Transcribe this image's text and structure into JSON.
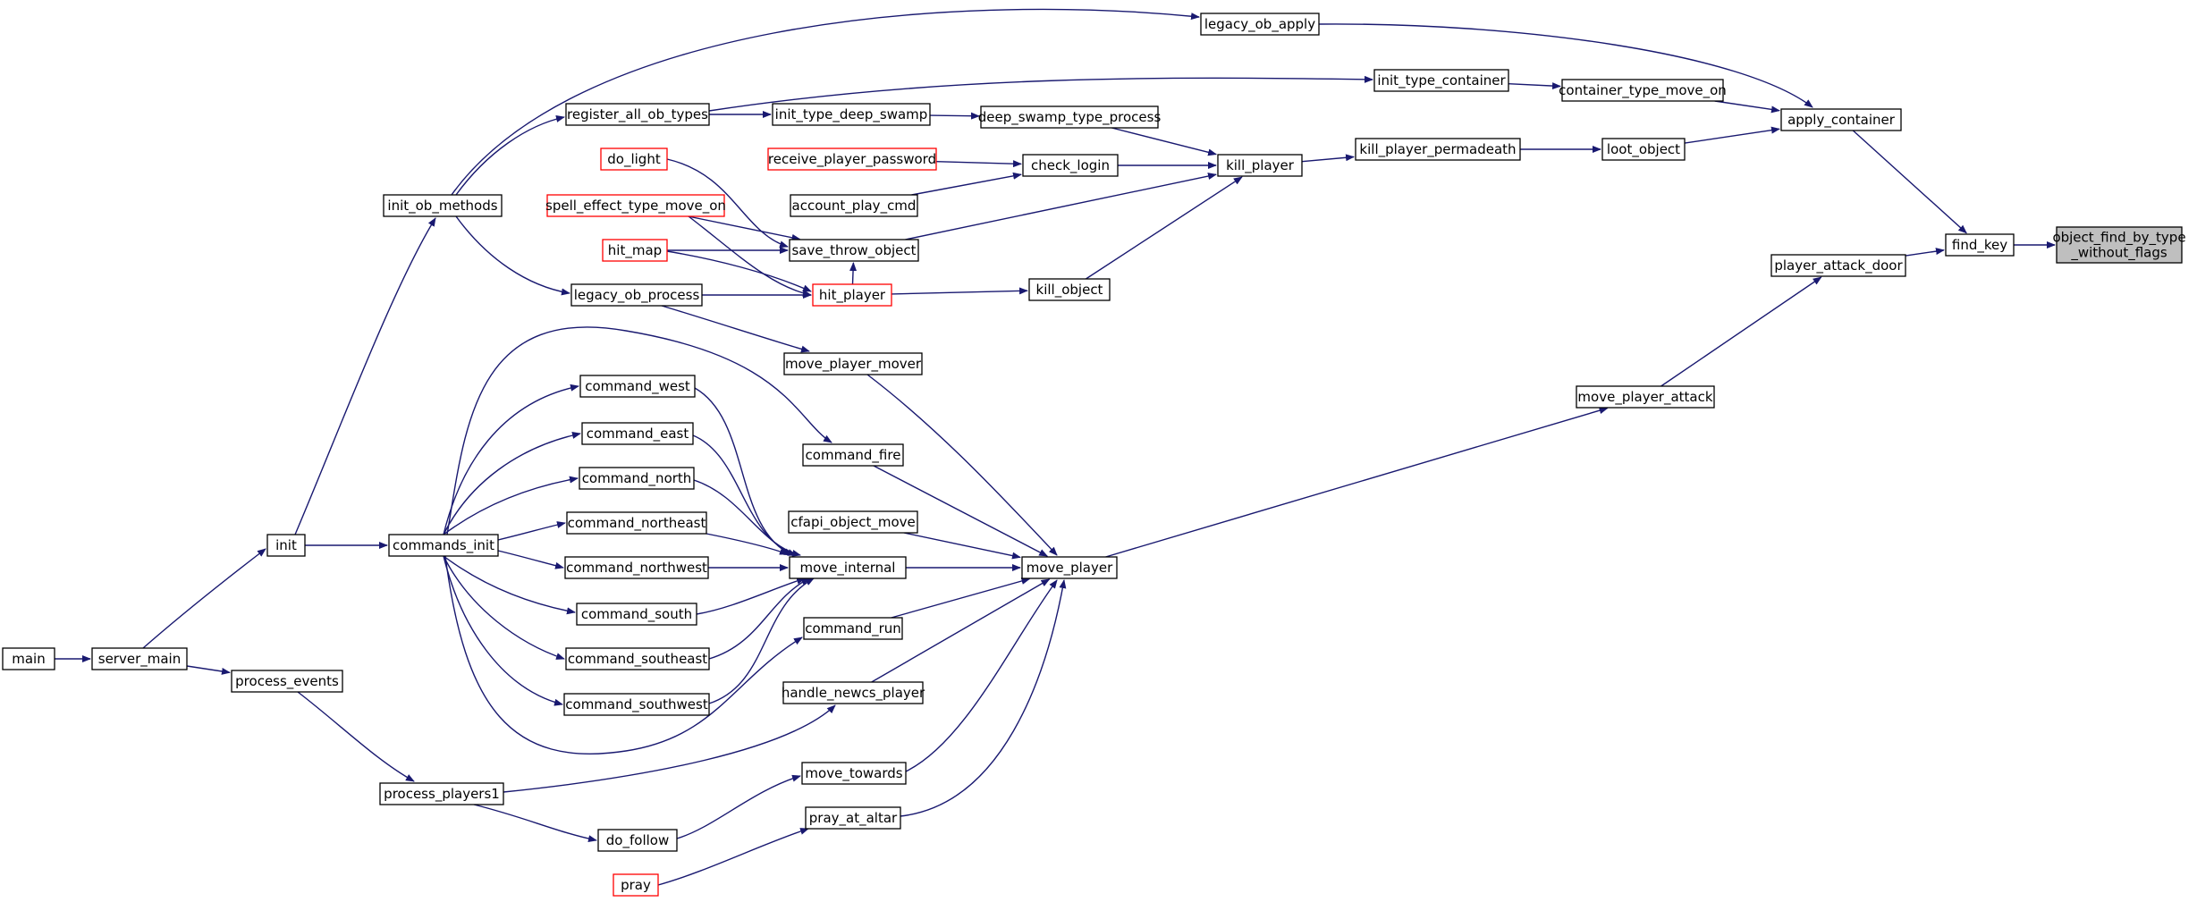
{
  "graph": {
    "style": {
      "edge_color": "#191970",
      "node_border": "#000000",
      "truncated_node_border": "#ff0000",
      "focus_fill": "#bfbfbf",
      "node_fill": "#ffffff"
    },
    "nodes": [
      {
        "id": "target",
        "lines": [
          "object_find_by_type",
          "_without_flags"
        ],
        "style": "focus"
      },
      {
        "id": "find_key",
        "lines": [
          "find_key"
        ],
        "style": "normal"
      },
      {
        "id": "apply_container",
        "lines": [
          "apply_container"
        ],
        "style": "normal"
      },
      {
        "id": "player_attack_door",
        "lines": [
          "player_attack_door"
        ],
        "style": "normal"
      },
      {
        "id": "legacy_ob_apply",
        "lines": [
          "legacy_ob_apply"
        ],
        "style": "normal"
      },
      {
        "id": "container_type_move_on",
        "lines": [
          "container_type_move_on"
        ],
        "style": "normal"
      },
      {
        "id": "loot_object",
        "lines": [
          "loot_object"
        ],
        "style": "normal"
      },
      {
        "id": "init_type_container",
        "lines": [
          "init_type_container"
        ],
        "style": "normal"
      },
      {
        "id": "kill_player_permadeath",
        "lines": [
          "kill_player_permadeath"
        ],
        "style": "normal"
      },
      {
        "id": "kill_player",
        "lines": [
          "kill_player"
        ],
        "style": "normal"
      },
      {
        "id": "deep_swamp_type_process",
        "lines": [
          "deep_swamp_type_process"
        ],
        "style": "normal"
      },
      {
        "id": "check_login",
        "lines": [
          "check_login"
        ],
        "style": "normal"
      },
      {
        "id": "save_throw_object",
        "lines": [
          "save_throw_object"
        ],
        "style": "normal"
      },
      {
        "id": "kill_object",
        "lines": [
          "kill_object"
        ],
        "style": "normal"
      },
      {
        "id": "init_type_deep_swamp",
        "lines": [
          "init_type_deep_swamp"
        ],
        "style": "normal"
      },
      {
        "id": "register_all_ob_types",
        "lines": [
          "register_all_ob_types"
        ],
        "style": "normal"
      },
      {
        "id": "receive_player_password",
        "lines": [
          "receive_player_password"
        ],
        "style": "truncated"
      },
      {
        "id": "account_play_cmd",
        "lines": [
          "account_play_cmd"
        ],
        "style": "normal"
      },
      {
        "id": "do_light",
        "lines": [
          "do_light"
        ],
        "style": "truncated"
      },
      {
        "id": "spell_effect_type_move_on",
        "lines": [
          "spell_effect_type_move_on"
        ],
        "style": "truncated"
      },
      {
        "id": "hit_map",
        "lines": [
          "hit_map"
        ],
        "style": "truncated"
      },
      {
        "id": "hit_player",
        "lines": [
          "hit_player"
        ],
        "style": "truncated"
      },
      {
        "id": "legacy_ob_process",
        "lines": [
          "legacy_ob_process"
        ],
        "style": "normal"
      },
      {
        "id": "init_ob_methods",
        "lines": [
          "init_ob_methods"
        ],
        "style": "normal"
      },
      {
        "id": "move_player_attack",
        "lines": [
          "move_player_attack"
        ],
        "style": "normal"
      },
      {
        "id": "move_player",
        "lines": [
          "move_player"
        ],
        "style": "normal"
      },
      {
        "id": "move_player_mover",
        "lines": [
          "move_player_mover"
        ],
        "style": "normal"
      },
      {
        "id": "command_fire",
        "lines": [
          "command_fire"
        ],
        "style": "normal"
      },
      {
        "id": "cfapi_object_move",
        "lines": [
          "cfapi_object_move"
        ],
        "style": "normal"
      },
      {
        "id": "move_internal",
        "lines": [
          "move_internal"
        ],
        "style": "normal"
      },
      {
        "id": "command_run",
        "lines": [
          "command_run"
        ],
        "style": "normal"
      },
      {
        "id": "handle_newcs_player",
        "lines": [
          "handle_newcs_player"
        ],
        "style": "normal"
      },
      {
        "id": "move_towards",
        "lines": [
          "move_towards"
        ],
        "style": "normal"
      },
      {
        "id": "pray_at_altar",
        "lines": [
          "pray_at_altar"
        ],
        "style": "normal"
      },
      {
        "id": "command_west",
        "lines": [
          "command_west"
        ],
        "style": "normal"
      },
      {
        "id": "command_east",
        "lines": [
          "command_east"
        ],
        "style": "normal"
      },
      {
        "id": "command_north",
        "lines": [
          "command_north"
        ],
        "style": "normal"
      },
      {
        "id": "command_northeast",
        "lines": [
          "command_northeast"
        ],
        "style": "normal"
      },
      {
        "id": "command_northwest",
        "lines": [
          "command_northwest"
        ],
        "style": "normal"
      },
      {
        "id": "command_south",
        "lines": [
          "command_south"
        ],
        "style": "normal"
      },
      {
        "id": "command_southeast",
        "lines": [
          "command_southeast"
        ],
        "style": "normal"
      },
      {
        "id": "command_southwest",
        "lines": [
          "command_southwest"
        ],
        "style": "normal"
      },
      {
        "id": "commands_init",
        "lines": [
          "commands_init"
        ],
        "style": "normal"
      },
      {
        "id": "init",
        "lines": [
          "init"
        ],
        "style": "normal"
      },
      {
        "id": "server_main",
        "lines": [
          "server_main"
        ],
        "style": "normal"
      },
      {
        "id": "main",
        "lines": [
          "main"
        ],
        "style": "normal"
      },
      {
        "id": "process_events",
        "lines": [
          "process_events"
        ],
        "style": "normal"
      },
      {
        "id": "process_players1",
        "lines": [
          "process_players1"
        ],
        "style": "normal"
      },
      {
        "id": "do_follow",
        "lines": [
          "do_follow"
        ],
        "style": "normal"
      },
      {
        "id": "pray",
        "lines": [
          "pray"
        ],
        "style": "truncated"
      }
    ],
    "edges": [
      {
        "from": "find_key",
        "to": "target"
      },
      {
        "from": "apply_container",
        "to": "find_key"
      },
      {
        "from": "player_attack_door",
        "to": "find_key"
      },
      {
        "from": "legacy_ob_apply",
        "to": "apply_container"
      },
      {
        "from": "container_type_move_on",
        "to": "apply_container"
      },
      {
        "from": "loot_object",
        "to": "apply_container"
      },
      {
        "from": "init_type_container",
        "to": "container_type_move_on"
      },
      {
        "from": "kill_player_permadeath",
        "to": "loot_object"
      },
      {
        "from": "kill_player",
        "to": "kill_player_permadeath"
      },
      {
        "from": "register_all_ob_types",
        "to": "init_type_container"
      },
      {
        "from": "register_all_ob_types",
        "to": "init_type_deep_swamp"
      },
      {
        "from": "init_type_deep_swamp",
        "to": "deep_swamp_type_process"
      },
      {
        "from": "deep_swamp_type_process",
        "to": "kill_player"
      },
      {
        "from": "check_login",
        "to": "kill_player"
      },
      {
        "from": "save_throw_object",
        "to": "kill_player"
      },
      {
        "from": "kill_object",
        "to": "kill_player"
      },
      {
        "from": "receive_player_password",
        "to": "check_login"
      },
      {
        "from": "account_play_cmd",
        "to": "check_login"
      },
      {
        "from": "do_light",
        "to": "save_throw_object"
      },
      {
        "from": "spell_effect_type_move_on",
        "to": "save_throw_object"
      },
      {
        "from": "hit_map",
        "to": "save_throw_object"
      },
      {
        "from": "hit_player",
        "to": "save_throw_object"
      },
      {
        "from": "hit_player",
        "to": "kill_object"
      },
      {
        "from": "hit_map",
        "to": "hit_player"
      },
      {
        "from": "spell_effect_type_move_on",
        "to": "hit_player"
      },
      {
        "from": "legacy_ob_process",
        "to": "hit_player"
      },
      {
        "from": "init_ob_methods",
        "to": "legacy_ob_apply"
      },
      {
        "from": "init_ob_methods",
        "to": "register_all_ob_types"
      },
      {
        "from": "init_ob_methods",
        "to": "legacy_ob_process"
      },
      {
        "from": "init",
        "to": "init_ob_methods"
      },
      {
        "from": "init",
        "to": "commands_init"
      },
      {
        "from": "server_main",
        "to": "init"
      },
      {
        "from": "server_main",
        "to": "process_events"
      },
      {
        "from": "main",
        "to": "server_main"
      },
      {
        "from": "process_events",
        "to": "process_players1"
      },
      {
        "from": "move_player_attack",
        "to": "player_attack_door"
      },
      {
        "from": "move_player",
        "to": "move_player_attack"
      },
      {
        "from": "legacy_ob_process",
        "to": "move_player_mover"
      },
      {
        "from": "move_player_mover",
        "to": "move_player"
      },
      {
        "from": "command_fire",
        "to": "move_player"
      },
      {
        "from": "cfapi_object_move",
        "to": "move_player"
      },
      {
        "from": "move_internal",
        "to": "move_player"
      },
      {
        "from": "command_run",
        "to": "move_player"
      },
      {
        "from": "handle_newcs_player",
        "to": "move_player"
      },
      {
        "from": "move_towards",
        "to": "move_player"
      },
      {
        "from": "pray_at_altar",
        "to": "move_player"
      },
      {
        "from": "commands_init",
        "to": "command_fire"
      },
      {
        "from": "commands_init",
        "to": "command_west"
      },
      {
        "from": "commands_init",
        "to": "command_east"
      },
      {
        "from": "commands_init",
        "to": "command_north"
      },
      {
        "from": "commands_init",
        "to": "command_northeast"
      },
      {
        "from": "commands_init",
        "to": "command_northwest"
      },
      {
        "from": "commands_init",
        "to": "command_south"
      },
      {
        "from": "commands_init",
        "to": "command_southeast"
      },
      {
        "from": "commands_init",
        "to": "command_southwest"
      },
      {
        "from": "commands_init",
        "to": "command_run"
      },
      {
        "from": "command_west",
        "to": "move_internal"
      },
      {
        "from": "command_east",
        "to": "move_internal"
      },
      {
        "from": "command_north",
        "to": "move_internal"
      },
      {
        "from": "command_northeast",
        "to": "move_internal"
      },
      {
        "from": "command_northwest",
        "to": "move_internal"
      },
      {
        "from": "command_south",
        "to": "move_internal"
      },
      {
        "from": "command_southeast",
        "to": "move_internal"
      },
      {
        "from": "command_southwest",
        "to": "move_internal"
      },
      {
        "from": "process_players1",
        "to": "handle_newcs_player"
      },
      {
        "from": "process_players1",
        "to": "do_follow"
      },
      {
        "from": "do_follow",
        "to": "move_towards"
      },
      {
        "from": "pray",
        "to": "pray_at_altar"
      }
    ]
  }
}
